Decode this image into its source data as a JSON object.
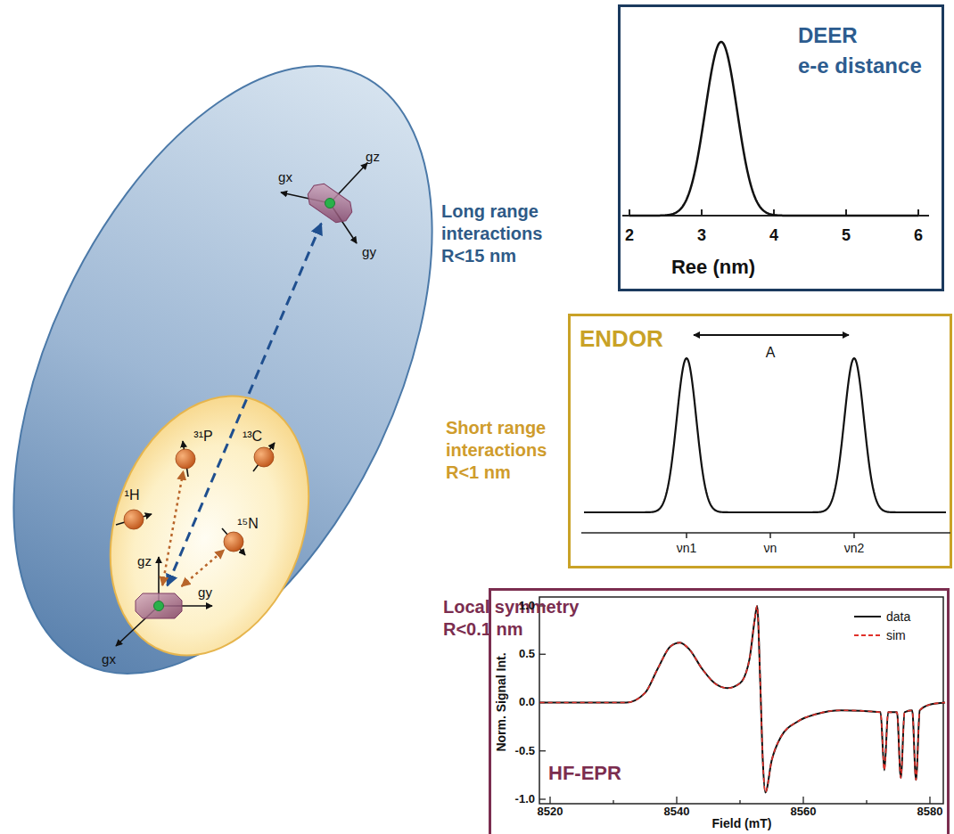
{
  "diagram": {
    "nodes": [
      {
        "text": [
          "Long range interactions R<15 nm"
        ]
      },
      {
        "text": [
          "gz",
          "gx",
          "gy"
        ],
        "in": 0
      },
      {
        "text": [
          "Short range interactions R<1 nm"
        ],
        "in": 0
      },
      {
        "text": [
          "³¹P"
        ],
        "in": 2
      },
      {
        "text": [
          "¹³C"
        ],
        "in": 2
      },
      {
        "text": [
          "¹H"
        ],
        "in": 2
      },
      {
        "text": [
          "¹⁵N"
        ],
        "in": 2
      },
      {
        "text": [
          "Local symmetry R<0.1 nm",
          "gz",
          "gy",
          "gx"
        ],
        "in": 2
      },
      {
        "text": [
          "DEER",
          "e-e distance",
          "2",
          "3",
          "4",
          "5",
          "6",
          "Ree (nm)"
        ]
      },
      {
        "text": [
          "ENDOR",
          "A",
          "νn1",
          "νn",
          "νn2"
        ]
      },
      {
        "text": [
          "HF-EPR",
          "Norm. Signal Int.",
          "1.0",
          "0.5",
          "0.0",
          "-0.5",
          "-1.0",
          "8520",
          "8540",
          "8560",
          "8580",
          "Field (mT)"
        ]
      }
    ],
    "edges": [
      {
        "from": 7,
        "to": 1,
        "arrow": "both"
      },
      {
        "from": 7,
        "to": 3,
        "arrow": "both"
      },
      {
        "from": 7,
        "to": 6,
        "arrow": "both"
      }
    ],
    "legend": [
      {
        "text": "data"
      },
      {
        "text": "sim"
      }
    ]
  }
}
